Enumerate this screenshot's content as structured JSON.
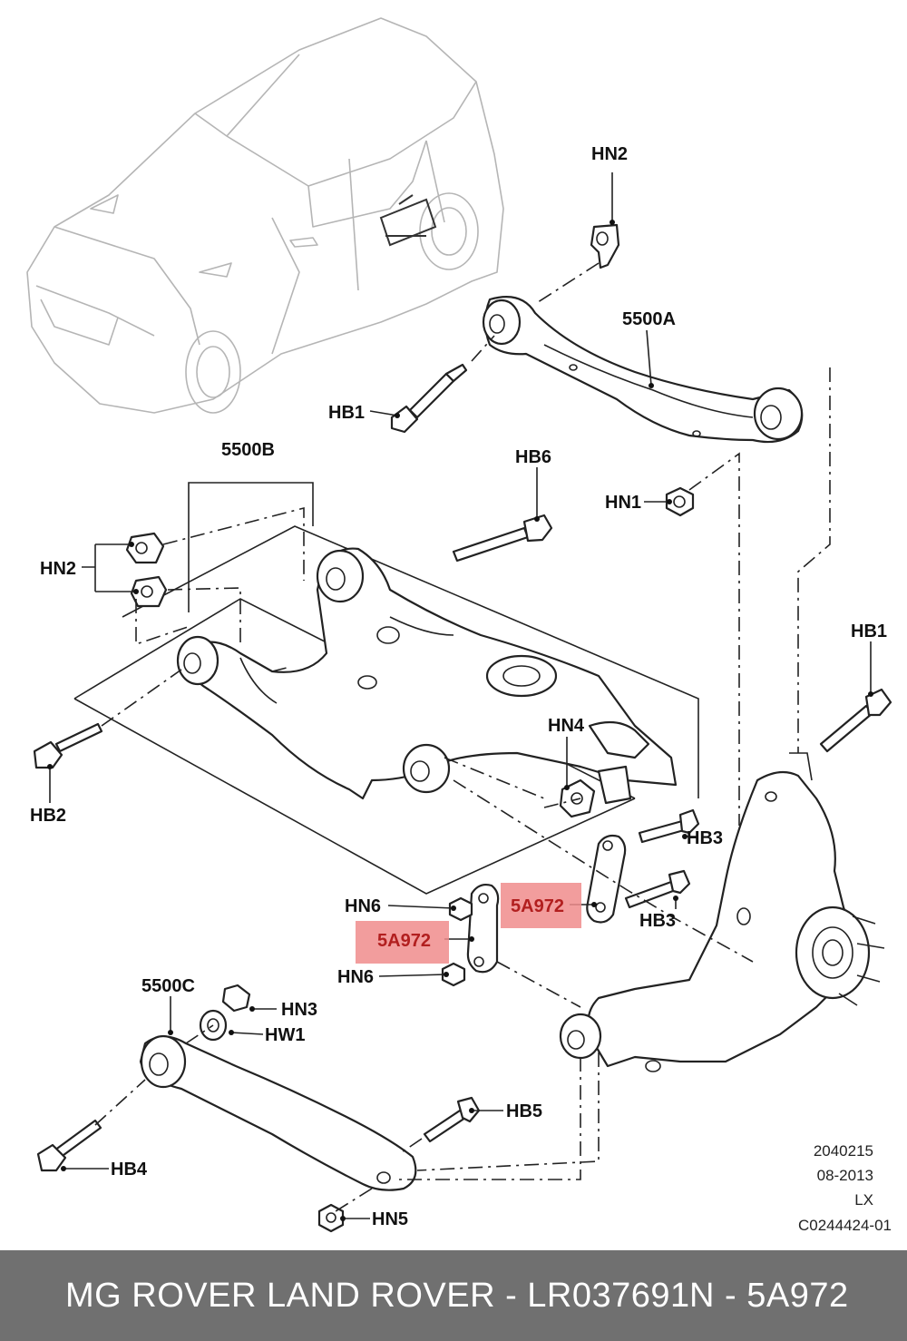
{
  "callouts": {
    "hn2_top": "HN2",
    "p5500a": "5500A",
    "hb1_top": "HB1",
    "hn1": "HN1",
    "p5500b": "5500B",
    "hb6": "HB6",
    "hn2_left": "HN2",
    "hb1_right": "HB1",
    "hn4": "HN4",
    "hb2": "HB2",
    "hb3_a": "HB3",
    "hb3_b": "HB3",
    "hn6_a": "HN6",
    "hn6_b": "HN6",
    "p5500c": "5500C",
    "hn3": "HN3",
    "hw1": "HW1",
    "hb5": "HB5",
    "hb4": "HB4",
    "hn5": "HN5"
  },
  "highlighted_part": {
    "code_a": "5A972",
    "code_b": "5A972",
    "highlight_color": "#f08c8c"
  },
  "drawing_info": {
    "line1": "2040215",
    "line2": "08-2013",
    "line3": "LX",
    "line4": "C0244424-01"
  },
  "footer": {
    "title": "MG ROVER LAND ROVER - LR037691",
    "code": "N - 5A972",
    "background": "#707070"
  }
}
